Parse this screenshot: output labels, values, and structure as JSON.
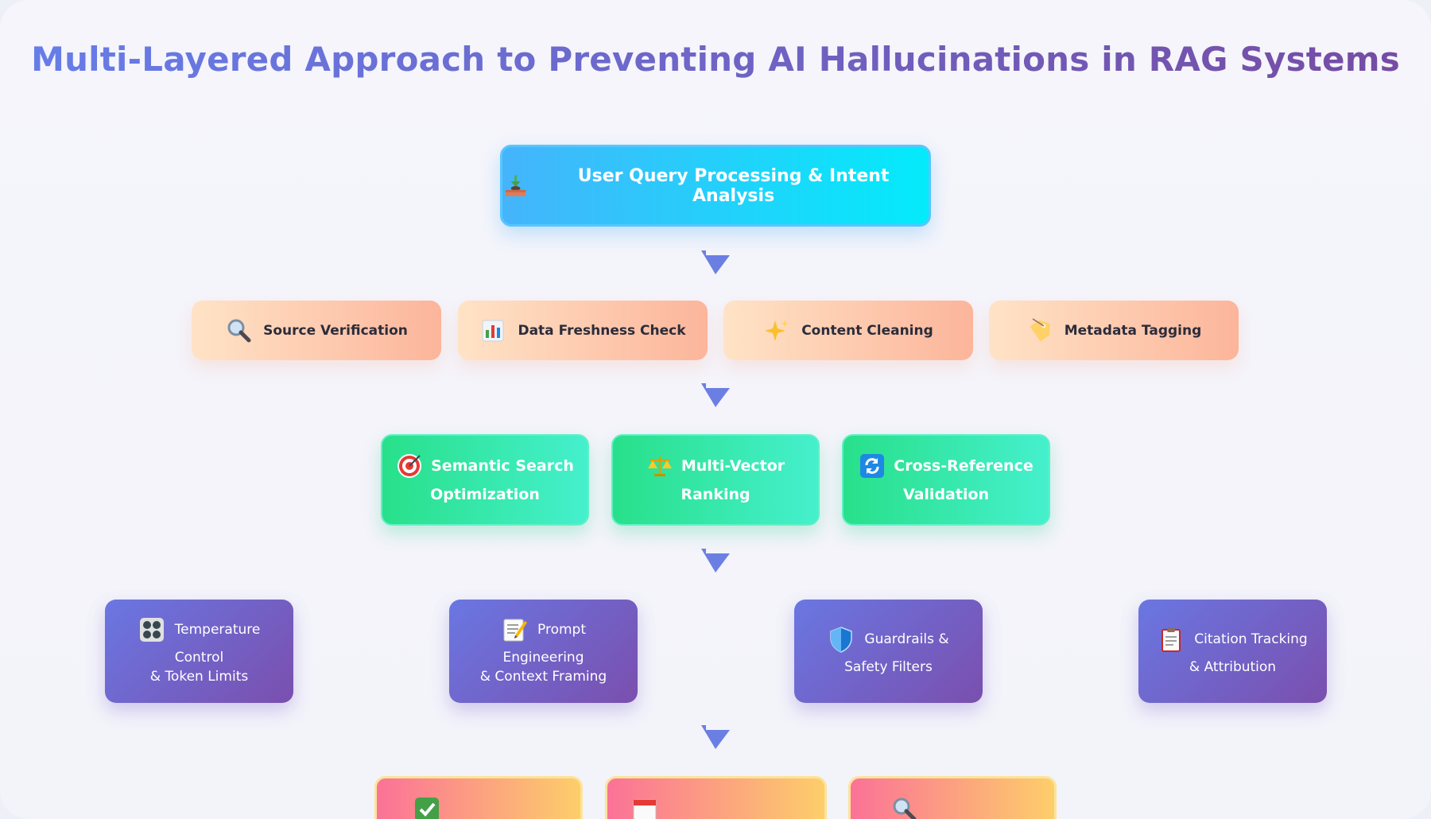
{
  "title": "Multi-Layered Approach to Preventing AI Hallucinations in RAG Systems",
  "query": {
    "label": "User Query Processing & Intent Analysis",
    "icon": "inbox-tray-icon"
  },
  "preprocessing": [
    {
      "label": "Source Verification",
      "icon": "magnifying-glass-icon"
    },
    {
      "label": "Data Freshness Check",
      "icon": "bar-chart-icon"
    },
    {
      "label": "Content Cleaning",
      "icon": "sparkles-icon"
    },
    {
      "label": "Metadata Tagging",
      "icon": "label-tag-icon"
    }
  ],
  "retrieval": [
    {
      "line1": "Semantic Search",
      "line2": "Optimization",
      "icon": "target-icon"
    },
    {
      "line1": "Multi-Vector",
      "line2": "Ranking",
      "icon": "balance-scale-icon"
    },
    {
      "line1": "Cross-Reference",
      "line2": "Validation",
      "icon": "refresh-arrows-icon"
    }
  ],
  "generation": [
    {
      "line1": "Temperature",
      "line2": "Control",
      "line3": "& Token Limits",
      "icon": "control-knobs-icon"
    },
    {
      "line1": "Prompt",
      "line2": "Engineering",
      "line3": "& Context Framing",
      "icon": "memo-icon"
    },
    {
      "line1": "Guardrails &",
      "line2": "Safety Filters",
      "line3": "",
      "icon": "shield-icon"
    },
    {
      "line1": "Citation Tracking",
      "line2": "& Attribution",
      "line3": "",
      "icon": "clipboard-icon"
    }
  ],
  "validation": [
    {
      "icon": "check-box-icon"
    },
    {
      "icon": "calendar-icon"
    },
    {
      "icon": "magnifier-icon"
    }
  ],
  "colors": {
    "title_gradient": [
      "#667eea",
      "#764ba2"
    ],
    "query": [
      "#45b4fb",
      "#03ebfb"
    ],
    "preprocessing": [
      "#ffe3c6",
      "#fcb59b"
    ],
    "retrieval": [
      "#28e08a",
      "#45f0cd"
    ],
    "generation": [
      "#6a77e2",
      "#7a4fae"
    ],
    "validation": [
      "#fb7297",
      "#fdce6a"
    ],
    "arrow": "#6b7fe3"
  }
}
